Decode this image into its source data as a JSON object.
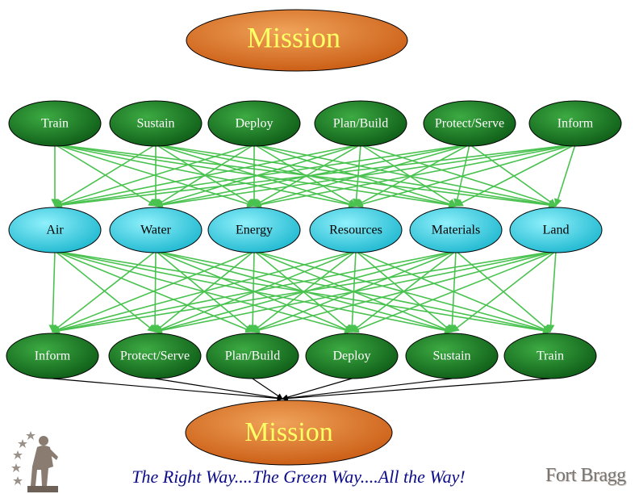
{
  "top_mission": {
    "label": "Mission"
  },
  "bottom_mission": {
    "label": "Mission"
  },
  "tier1": [
    "Train",
    "Sustain",
    "Deploy",
    "Plan/Build",
    "Protect/Serve",
    "Inform"
  ],
  "tier2": [
    "Air",
    "Water",
    "Energy",
    "Resources",
    "Materials",
    "Land"
  ],
  "tier3": [
    "Inform",
    "Protect/Serve",
    "Plan/Build",
    "Deploy",
    "Sustain",
    "Train"
  ],
  "footer": {
    "tagline": "The Right Way....The Green Way....All the Way!",
    "brand": "Fort Bragg"
  },
  "colors": {
    "mission_fill": "#d96a1c",
    "tier1_fill": "#1f8a2a",
    "tier2_fill": "#38cde0",
    "tier3_fill": "#1f8a2a",
    "connector_green": "#49c24f",
    "connector_black": "#000000",
    "tagline": "#0c0c8a",
    "brand": "#7a7470"
  }
}
